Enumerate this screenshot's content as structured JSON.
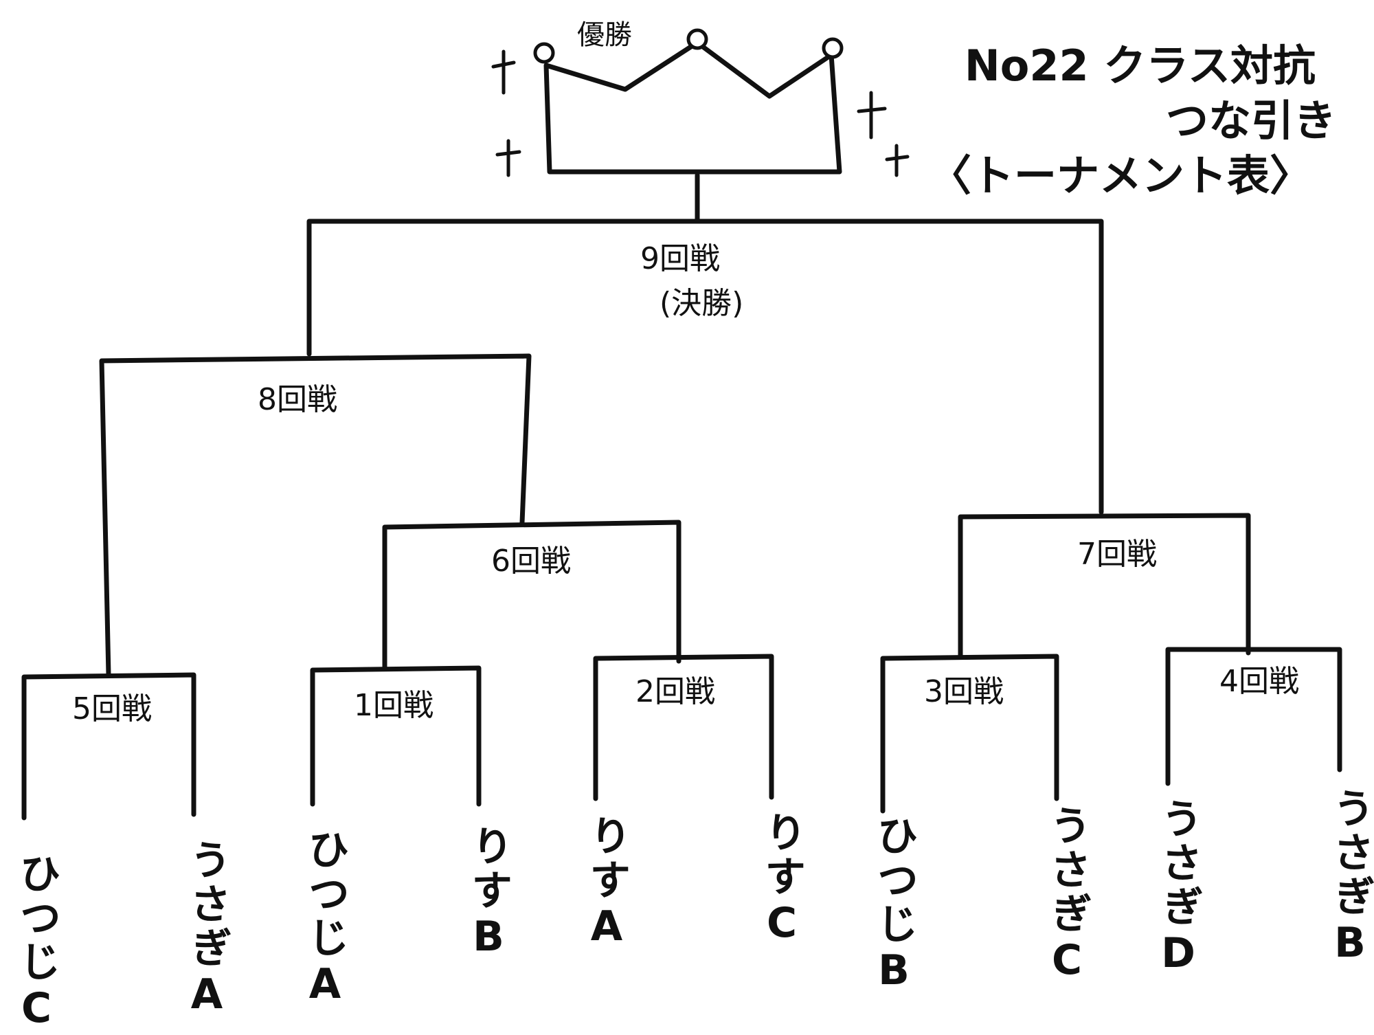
{
  "title": {
    "line1": "No22 クラス対抗",
    "line2": "つな引き",
    "line3": "〈トーナメント表〉"
  },
  "winner_label": "優勝",
  "rounds": {
    "r1": "1回戦",
    "r2": "2回戦",
    "r3": "3回戦",
    "r4": "4回戦",
    "r5": "5回戦",
    "r6": "6回戦",
    "r7": "7回戦",
    "r8": "8回戦",
    "r9": "9回戦",
    "r9_note": "(決勝)"
  },
  "teams": [
    "ひつじC",
    "うさぎA",
    "ひつじA",
    "りすB",
    "りすA",
    "りすC",
    "ひつじB",
    "うさぎC",
    "うさぎD",
    "うさぎB"
  ]
}
